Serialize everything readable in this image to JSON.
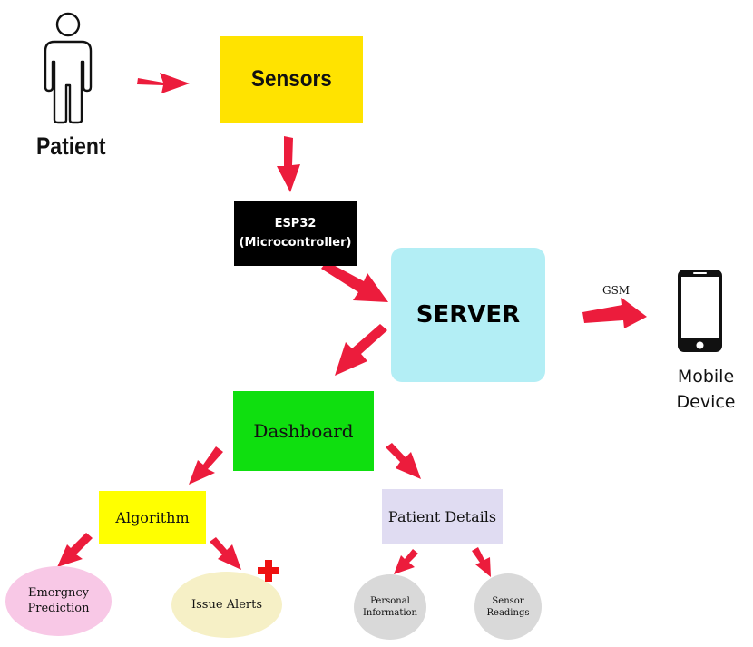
{
  "patient": {
    "label": "Patient",
    "icon": "person-outline-icon"
  },
  "sensors": {
    "label": "Sensors",
    "color": "#ffe300"
  },
  "esp32": {
    "line1": "ESP32",
    "line2": "(Microcontroller)",
    "color": "#000000"
  },
  "server": {
    "label": "SERVER",
    "color": "#b3eef5"
  },
  "gsm": {
    "label": "GSM"
  },
  "mobile": {
    "line1": "Mobile",
    "line2": "Device",
    "icon": "smartphone-icon"
  },
  "dashboard": {
    "label": "Dashboard",
    "color": "#0fdf0f"
  },
  "algorithm": {
    "label": "Algorithm",
    "color": "#ffff00"
  },
  "patient_details": {
    "label": "Patient Details",
    "color": "#e0dcf2"
  },
  "emergency": {
    "line1": "Emergncy",
    "line2": "Prediction",
    "color": "#f8c8e6"
  },
  "alerts": {
    "label": "Issue Alerts",
    "color": "#f6f0c6",
    "icon": "red-cross-icon"
  },
  "personal_info": {
    "line1": "Personal",
    "line2": "Information"
  },
  "sensor_readings": {
    "line1": "Sensor",
    "line2": "Readings"
  },
  "arrow_color": "#ec1c3c"
}
